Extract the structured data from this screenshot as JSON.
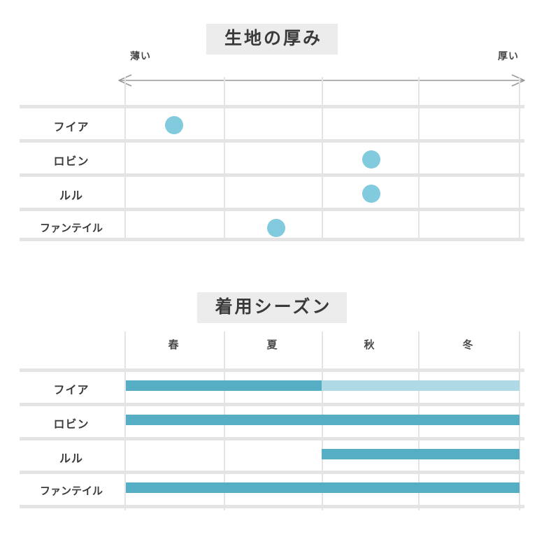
{
  "page": {
    "background": "#ffffff",
    "accent_solid": "#55aec4",
    "accent_pale": "#aedae6",
    "dot_color": "#82cadd",
    "grid_color": "#e4e4e4",
    "chip_bg": "#ececec"
  },
  "products": [
    "フイア",
    "ロビン",
    "ルル",
    "ファンテイル"
  ],
  "thickness": {
    "title": "生地の厚み",
    "axis_left_label": "薄い",
    "axis_right_label": "厚い",
    "rows": [
      "フイア",
      "ロビン",
      "ルル",
      "ファンテイル"
    ],
    "columns": 5
  },
  "season": {
    "title": "着用シーズン",
    "columns": [
      "春",
      "夏",
      "秋",
      "冬"
    ],
    "rows": [
      "フイア",
      "ロビン",
      "ルル",
      "ファンテイル"
    ]
  },
  "chart_data": [
    {
      "type": "scatter",
      "title": "生地の厚み",
      "xlabel": "",
      "ylabel": "",
      "axis_annotations": {
        "left": "薄い",
        "right": "厚い"
      },
      "x_scale": "thin-to-thick (5 grid columns)",
      "categories": [
        "フイア",
        "ロビン",
        "ルル",
        "ファンテイル"
      ],
      "points": [
        {
          "name": "フイア",
          "column": 1,
          "position": 0.5,
          "marker": "dot",
          "color": "#82cadd"
        },
        {
          "name": "ロビン",
          "column": 3,
          "position": 2.5,
          "marker": "dot",
          "color": "#82cadd"
        },
        {
          "name": "ルル",
          "column": 3,
          "position": 2.5,
          "marker": "dot",
          "color": "#82cadd"
        },
        {
          "name": "ファンテイル",
          "column": 2,
          "position": 1.55,
          "marker": "dot",
          "color": "#82cadd"
        }
      ],
      "grid": true,
      "legend": "none"
    },
    {
      "type": "bar",
      "orientation": "horizontal-range",
      "title": "着用シーズン",
      "xlabel": "",
      "ylabel": "",
      "categories": [
        "春",
        "夏",
        "秋",
        "冬"
      ],
      "series": [
        {
          "name": "フイア",
          "values": [
            1,
            1,
            0.5,
            0.5
          ],
          "segments": [
            {
              "from": "春",
              "to": "夏",
              "intensity": "solid",
              "color": "#55aec4"
            },
            {
              "from": "秋",
              "to": "冬",
              "intensity": "pale",
              "color": "#aedae6"
            }
          ]
        },
        {
          "name": "ロビン",
          "values": [
            1,
            1,
            1,
            1
          ],
          "segments": [
            {
              "from": "春",
              "to": "冬",
              "intensity": "solid",
              "color": "#55aec4"
            }
          ]
        },
        {
          "name": "ルル",
          "values": [
            0,
            0,
            1,
            1
          ],
          "segments": [
            {
              "from": "秋",
              "to": "冬",
              "intensity": "solid",
              "color": "#55aec4"
            }
          ]
        },
        {
          "name": "ファンテイル",
          "values": [
            1,
            1,
            1,
            1
          ],
          "segments": [
            {
              "from": "春",
              "to": "冬",
              "intensity": "solid",
              "color": "#55aec4"
            }
          ]
        }
      ],
      "grid": true,
      "legend": "none"
    }
  ]
}
